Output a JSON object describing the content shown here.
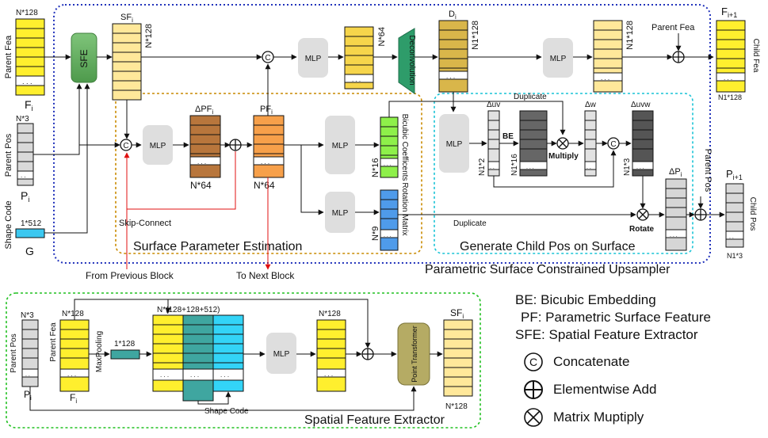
{
  "top": {
    "title": "Parametric Surface Constrained Upsampler",
    "fi_dim": "N*128",
    "fi_side": "Parent Fea",
    "fi_label": "F",
    "pi_dim": "N*3",
    "pi_side": "Parent Pos",
    "pi_label": "P",
    "g_dim": "1*512",
    "g_side": "Shape Code",
    "g_label": "G",
    "sfe": "SFE",
    "sf_label": "SF",
    "sf_dim": "N*128",
    "mlp": "MLP",
    "fea64_dim": "N*64",
    "deconv": "Deconvolution",
    "di_label": "D",
    "di_dim": "N1*128",
    "mlp2_dim": "N1*128",
    "parent_fea": "Parent Fea",
    "fi1_label": "F",
    "fi1_sub": "i+1",
    "child_fea": "Child Fea",
    "fi1_dim": "N1*128",
    "dpf_label": "ΔPF",
    "dpf_dim": "N*64",
    "pf_label": "PF",
    "pf_dim": "N*64",
    "bicubic": "Bicubic Coefficents",
    "bicubic_dim": "N*16",
    "rotation": "Rotation Matrix",
    "rotation_dim": "N*9",
    "skip": "Skip-Connect",
    "from_prev": "From Previous Block",
    "to_next": "To Next Block",
    "spe": "Surface Parameter Estimation",
    "duplicate1": "Duplicate",
    "duplicate2": "Duplicate",
    "duv": "Δuv",
    "duv_dim": "N1*2",
    "be": "BE",
    "be_dim": "N1*16",
    "multiply": "Multiply",
    "dw": "Δw",
    "duvw": "Δuvw",
    "duvw_dim": "N1*3",
    "rotate": "Rotate",
    "dpi_label": "ΔP",
    "parent_pos": "Parent Pos",
    "pi1_label": "P",
    "pi1_sub": "i+1",
    "child_pos": "Child Pos",
    "pi1_dim": "N1*3",
    "gcps": "Generate Child Pos on Surface",
    "sub_i": "i",
    "dots": ". . ."
  },
  "bottom": {
    "title": "Spatial Feature Extractor",
    "pi_dim": "N*3",
    "pi_side": "Parent Pos",
    "pi_label": "P",
    "fi_dim": "N*128",
    "fi_side": "Parent Fea",
    "fi_label": "F",
    "maxpool": "MaxPooling",
    "pool_dim": "1*128",
    "concat_dim": "N*(128+128+512)",
    "mlp": "MLP",
    "mlp_dim": "N*128",
    "shape_code": "Shape Code",
    "pt": "Point Transformer",
    "sf_label": "SF",
    "sf_dim": "N*128",
    "sub_i": "i"
  },
  "legend": {
    "be": "BE: Bicubic Embedding",
    "pf": "PF: Parametric Surface Feature",
    "sfe": "SFE: Spatial Feature Extractor",
    "concat": "Concatenate",
    "add": "Elementwise Add",
    "mul": "Matrix Muptiply"
  }
}
